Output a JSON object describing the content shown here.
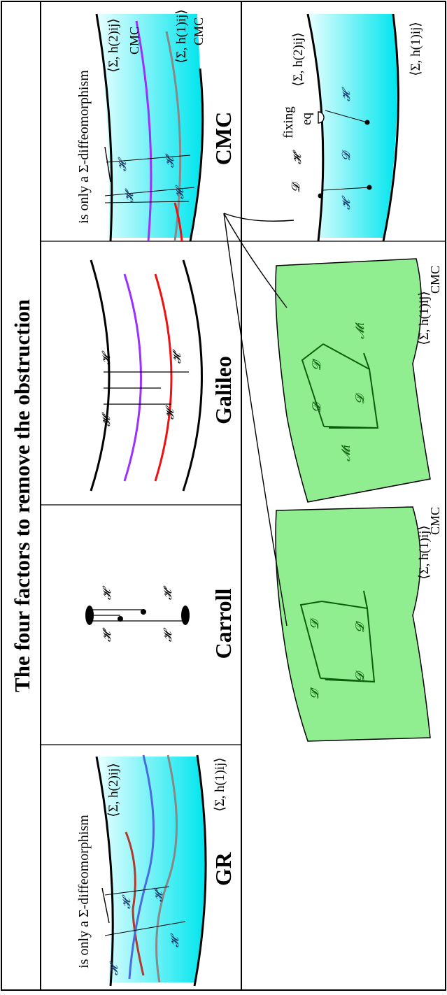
{
  "title": "The four factors to remove the obstruction",
  "columns": {
    "gr": "GR",
    "carroll": "Carroll",
    "galileo": "Galileo",
    "cmc": "CMC"
  },
  "notes": {
    "only_sigma": "is only a Σ-diffeomorphism",
    "fixing": "fixing",
    "eq": "eq"
  },
  "labels": {
    "sigma_h2": "⟨Σ, h(2)ij⟩",
    "sigma_h1": "⟨Σ, h(1)ij⟩",
    "cmc_tag": "CMC",
    "H": "𝓗",
    "Hp": "𝓗′",
    "D": "𝓓",
    "Dp": "𝓓′",
    "Mi": "𝓜i"
  },
  "colors": {
    "cyan_dark": "#00e5ee",
    "cyan_light": "#e8ffff",
    "green_fill": "#90ee90",
    "green_stroke": "#0b5e0b",
    "purple": "#9b30ff",
    "red": "#ee1111",
    "gray_curve": "#888888",
    "blue_curve": "#4a6be0",
    "brown_curve": "#b03a2e"
  }
}
